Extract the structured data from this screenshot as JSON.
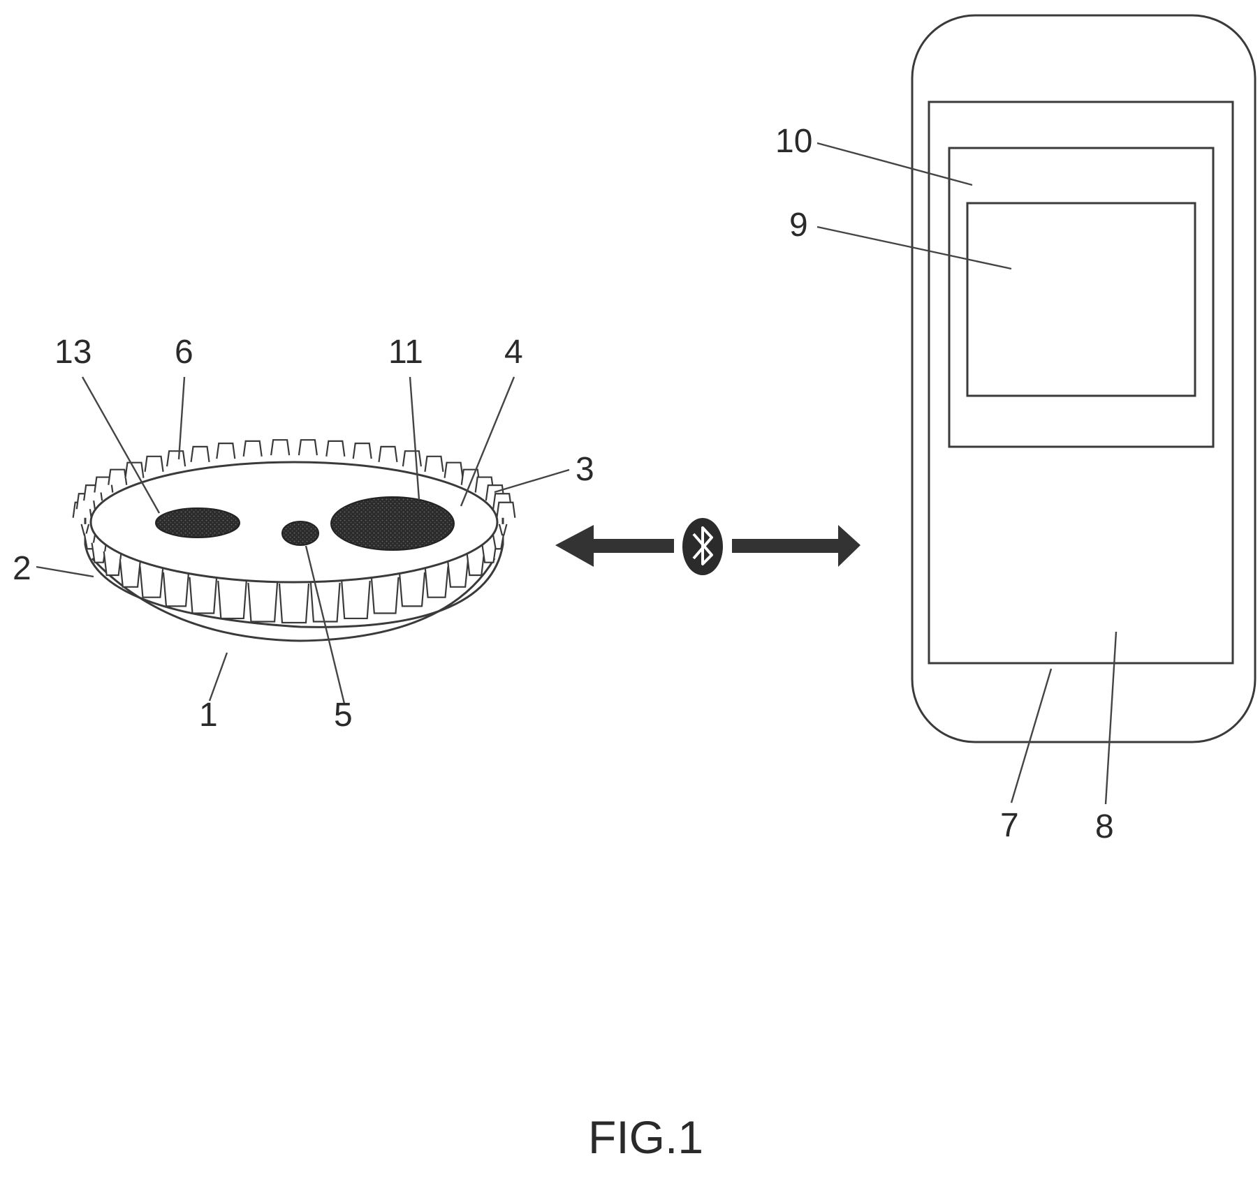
{
  "figure": {
    "caption": "FIG.1",
    "colors": {
      "line": "#3a3a3a",
      "fill_dark": "#2b2b2b",
      "label": "#2a2a2a"
    },
    "icons": {
      "link": "bluetooth-icon"
    },
    "labels": {
      "cap_base": "1",
      "crimp_tooth": "2",
      "cap_rim": "3",
      "cap_top": "4",
      "center_element": "5",
      "skirt": "6",
      "phone_body": "7",
      "phone_screen": "8",
      "inner_panel": "9",
      "display_area": "10",
      "large_element": "11",
      "small_element": "13"
    }
  }
}
